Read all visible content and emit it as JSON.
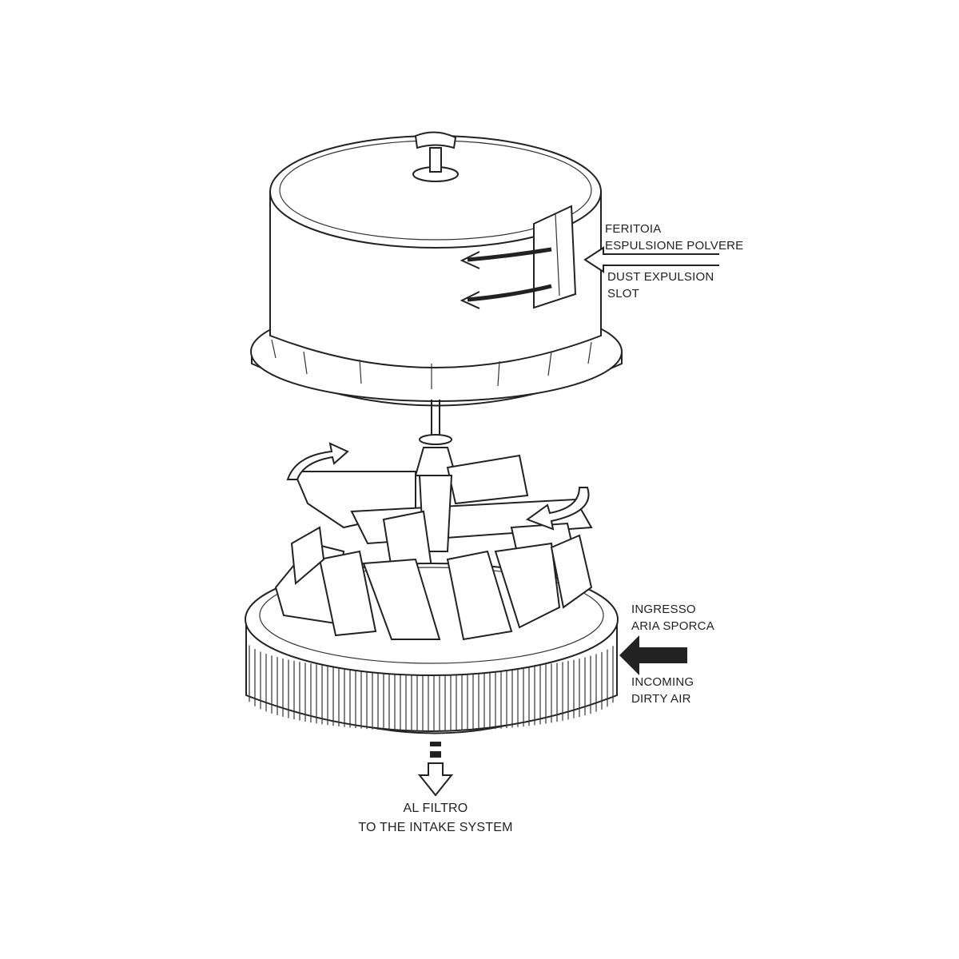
{
  "labels": {
    "dust_slot_it_1": "FERITOIA",
    "dust_slot_it_2": "ESPULSIONE POLVERE",
    "dust_slot_en_1": "DUST EXPULSION",
    "dust_slot_en_2": "SLOT",
    "inlet_it_1": "INGRESSO",
    "inlet_it_2": "ARIA SPORCA",
    "inlet_en_1": "INCOMING",
    "inlet_en_2": "DIRTY AIR",
    "outlet_it": "AL FILTRO",
    "outlet_en": "TO THE INTAKE SYSTEM"
  },
  "colors": {
    "line": "#222222",
    "background": "#ffffff"
  }
}
